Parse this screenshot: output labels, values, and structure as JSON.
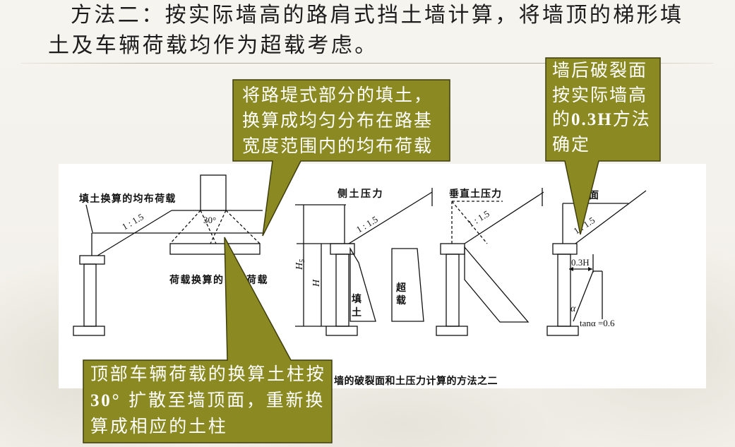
{
  "slide": {
    "title_line1": "方法二：按实际墙高的路肩式挡土墙计算，将墙顶的梯形填",
    "title_line2": "土及车辆荷载均作为超载考虑。"
  },
  "callouts": {
    "fill_load": {
      "lines": [
        "将路堤式部分的填土，",
        "换算成均匀分布在路基",
        "宽度范围内的均布荷载"
      ]
    },
    "failure_plane": {
      "line1": "墙后破裂面",
      "line2": "按实际墙高",
      "line3_pre": "的",
      "line3_bold": "0.3H",
      "line3_post": "方法",
      "line4": "确定"
    },
    "vehicle_load": {
      "line1": "顶部车辆荷载的换算土柱按",
      "line2_bold": "30°",
      "line2_post": " 扩散至墙顶面，重新换",
      "line3": "算成相应的土柱"
    }
  },
  "diagram": {
    "label_fill_uniform_load": "填土换算的均布荷载",
    "slope_ratio": "1 : 1.5",
    "spread_angle": "30°",
    "label_load_column_left": "荷载换算的",
    "label_load_column_right": "荷载",
    "label_lateral_pressure": "侧土压力",
    "label_vertical_pressure": "垂直土压力",
    "label_failure_plane": "裂面",
    "dim_hs": "H",
    "dim_hs_sub": "5",
    "dim_h": "H",
    "fill_chars": [
      "填",
      "土"
    ],
    "surcharge_chars": [
      "超",
      "载"
    ],
    "offset_label": "0.3H",
    "angle_symbol": "α",
    "tan_label": "tanα =0.6",
    "caption": "墙的破裂面和土压力计算的方法之二"
  },
  "colors": {
    "background": "#f3f1ea",
    "callout_fill": "#8b8a22",
    "callout_outline": "#3e3d0e",
    "callout_text": "#ffffff",
    "diagram_background": "#ffffff",
    "ink": "#111111"
  }
}
